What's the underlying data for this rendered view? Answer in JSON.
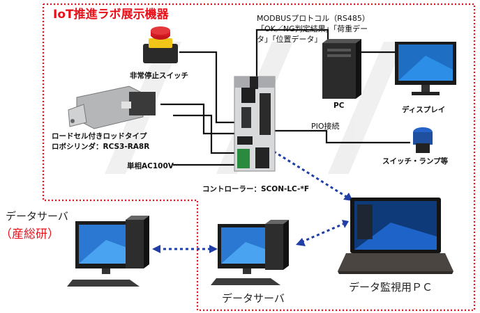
{
  "title": "IoT推進ラボ展示機器",
  "labels": {
    "modbus_line1": "MODBUSプロトコル（RS485）",
    "modbus_line2": "「OK／NG判定結果」「荷重デー",
    "modbus_line3": "タ」「位置データ」",
    "estop": "非常停止スイッチ",
    "pc": "PC",
    "display": "ディスプレイ",
    "loadcell_line1": "ロードセル付きロッドタイプ",
    "loadcell_line2": "ロボシリンダ：RCS3-RA8R",
    "pio": "PIO接続",
    "switch_lamp": "スイッチ・ランプ等",
    "ac100v": "単相AC100V",
    "controller": "コントローラー：SCON-LC-*F",
    "data_server_left": "データサーバ",
    "aist": "（産総研）",
    "data_server_center": "データサーバ",
    "monitor_pc": "データ監視用ＰＣ"
  },
  "colors": {
    "title_red": "#e8111a",
    "dotted_border": "#e8111a",
    "link_blue": "#1f3fa6",
    "wire": "#111111"
  }
}
